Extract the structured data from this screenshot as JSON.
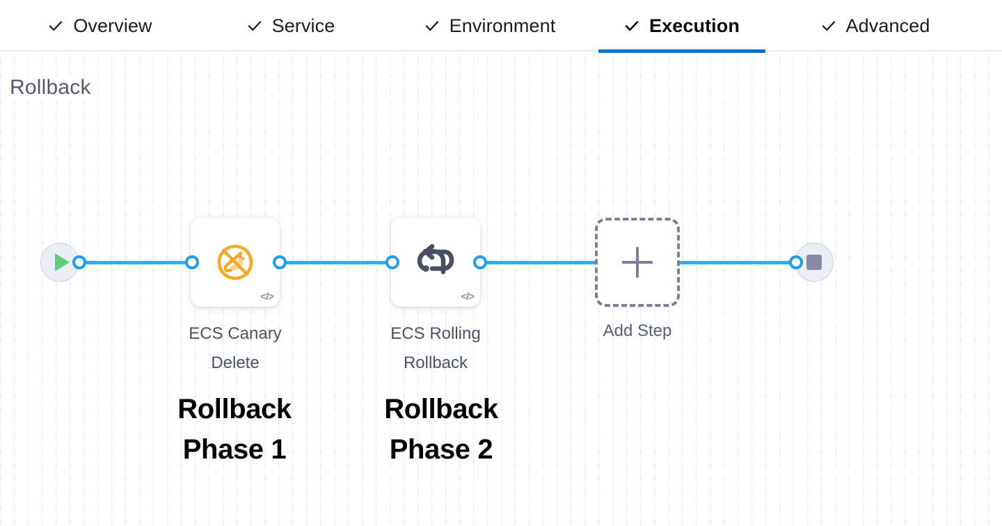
{
  "tabs": [
    {
      "label": "Overview",
      "icon": "check-icon",
      "active": false,
      "completed": true
    },
    {
      "label": "Service",
      "icon": "check-icon",
      "active": false,
      "completed": true
    },
    {
      "label": "Environment",
      "icon": "check-icon",
      "active": false,
      "completed": true
    },
    {
      "label": "Execution",
      "icon": "check-icon",
      "active": true,
      "completed": true
    },
    {
      "label": "Advanced",
      "icon": "check-icon",
      "active": false,
      "completed": true
    }
  ],
  "section": {
    "title": "Rollback"
  },
  "graph": {
    "start_node": {
      "icon": "play-icon",
      "name": "start"
    },
    "end_node": {
      "icon": "stop-icon",
      "name": "end"
    },
    "steps": [
      {
        "label_line1": "ECS Canary",
        "label_line2": "Delete",
        "icon": "ecs-canary-delete-icon",
        "badge": "</>",
        "annotation_line1": "Rollback",
        "annotation_line2": "Phase 1"
      },
      {
        "label_line1": "ECS Rolling",
        "label_line2": "Rollback",
        "icon": "rollback-arrow-icon",
        "badge": "</>",
        "annotation_line1": "Rollback",
        "annotation_line2": "Phase 2"
      }
    ],
    "add_step": {
      "label": "Add Step",
      "icon": "plus-icon"
    }
  },
  "colors": {
    "accent_blue": "#0b70d0",
    "edge_blue": "#29b0f7",
    "port_blue": "#1b9df0",
    "canary_orange": "#f7a31e",
    "rollback_slate": "#4b4f63",
    "start_green": "#63ca81",
    "stop_gray": "#868aa3",
    "title_slate": "#55596b",
    "dashed_gray": "#7b7f99"
  }
}
